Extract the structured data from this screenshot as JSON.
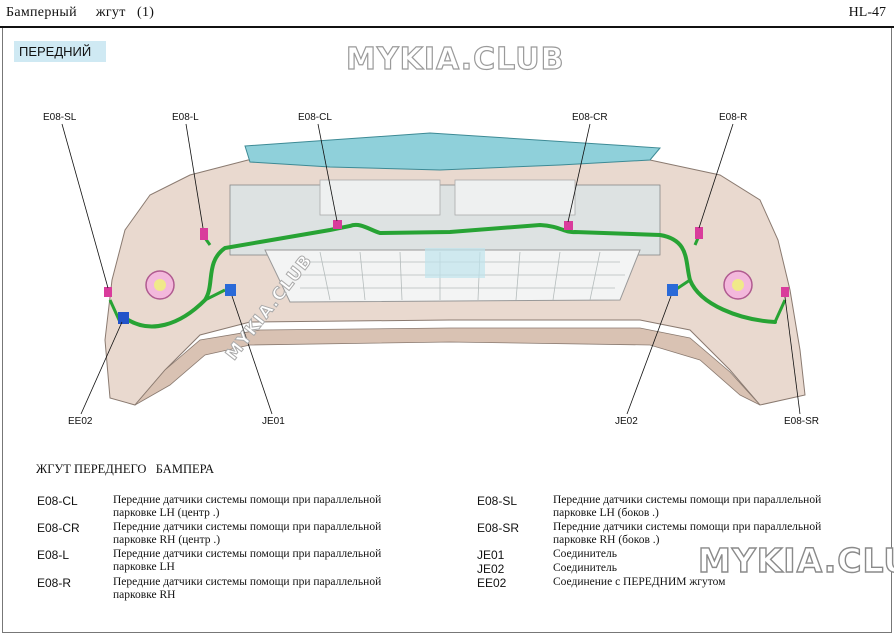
{
  "header": {
    "title": "Бамперный     жгут   (1)",
    "page": "HL-47"
  },
  "section_label": "ПЕРЕДНИЙ",
  "watermarks": {
    "top": "MYKIA.CLUB",
    "diagonal": "MYKIA.CLUB",
    "bottom": "MYKIA.CLUB"
  },
  "callouts": {
    "e08_sl": "E08-SL",
    "e08_l": "E08-L",
    "e08_cl": "E08-CL",
    "e08_cr": "E08-CR",
    "e08_r": "E08-R",
    "ee02": "EE02",
    "je01": "JE01",
    "je02": "JE02",
    "e08_sr": "E08-SR"
  },
  "legend": {
    "title": "ЖГУТ ПЕРЕДНЕГО   БАМПЕРА",
    "left": [
      {
        "code": "E08-CL",
        "line1": "Передние  датчики  системы  помощи  при  параллельной",
        "line2": "парковке   LH (центр .)"
      },
      {
        "code": "E08-CR",
        "line1": "Передние  датчики  системы  помощи  при  параллельной",
        "line2": "парковке   RH (центр .)"
      },
      {
        "code": "E08-L",
        "line1": "Передние  датчики  системы  помощи  при  параллельной",
        "line2": "парковке   LH"
      },
      {
        "code": "E08-R",
        "line1": "Передние  датчики  системы  помощи  при  параллельной",
        "line2": "парковке   RH"
      }
    ],
    "right": [
      {
        "code": "E08-SL",
        "line1": "Передние  датчики  системы  помощи  при  параллельной",
        "line2": "парковке   LH (боков .)"
      },
      {
        "code": "E08-SR",
        "line1": "Передние  датчики  системы  помощи  при  параллельной",
        "line2": "парковке   RH (боков .)"
      },
      {
        "code": "JE01",
        "line1": "Соединитель",
        "line2": ""
      },
      {
        "code": "JE02",
        "line1": "Соединитель",
        "line2": ""
      },
      {
        "code": "EE02",
        "line1": "Соединение    с ПЕРЕДНИМ  жгутом",
        "line2": ""
      }
    ]
  }
}
